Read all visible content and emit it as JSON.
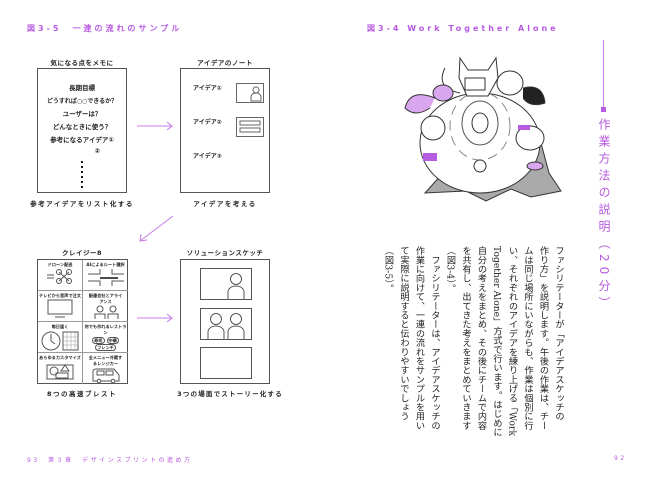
{
  "left_page": {
    "figure_title": "図3-5　一連の流れのサンプル",
    "step1": {
      "label": "気になる点をメモに",
      "lines": [
        "長期目標",
        "どうすれば○○できるか？",
        "ユーザーは？",
        "どんなときに使う？",
        "参考になるアイデア①",
        "②"
      ],
      "caption": "参考アイデアをリスト化する"
    },
    "step2": {
      "label": "アイデアのノート",
      "ideas": [
        "アイデア①",
        "アイデア②",
        "アイデア③"
      ],
      "caption": "アイデアを考える"
    },
    "step3": {
      "label": "クレイジー8",
      "cells": [
        "ドローン配送",
        "AIによるルート選択",
        "テレビから音声で注文",
        "配達会社とアライアンス",
        "毎日届く",
        "何でも作れるレストラン",
        "あらゆるカスタマイズ",
        "全メニュー冷蔵するレンジカー"
      ],
      "bubbles": [
        "寿司",
        "中華",
        "フレンチ"
      ],
      "caption": "8つの高速ブレスト"
    },
    "step4": {
      "label": "ソリューションスケッチ",
      "caption": "3つの場面でストーリー化する"
    },
    "footer": "93　第３章　デザインスプリントの進め方"
  },
  "right_page": {
    "figure_title": "図3-4 Work Together Alone",
    "section_heading": "作業方法の説明（20分）",
    "body_lines": [
      "ファシリテーターが「アイデアスケッチの",
      "作り方」を説明します。午後の作業は、チー",
      "ムは同じ場所にいながらも、作業は個別に行",
      "い、それぞれのアイデアを練り上げる「Work",
      "Together Alone」方式で行います。はじめに",
      "自分の考えをまとめ、その後にチームで内容",
      "を共有し、出てきた考えをまとめていきます",
      "（図3-4）。",
      "　ファシリテーターは、アイデアスケッチの",
      "作業に向けて、一連の流れをサンプルを用い",
      "て実際に説明すると伝わりやすいでしょう",
      "（図3-5）。"
    ],
    "page_number": "92"
  },
  "colors": {
    "accent": "#b75be0",
    "accent_light": "#d9a6f0"
  }
}
